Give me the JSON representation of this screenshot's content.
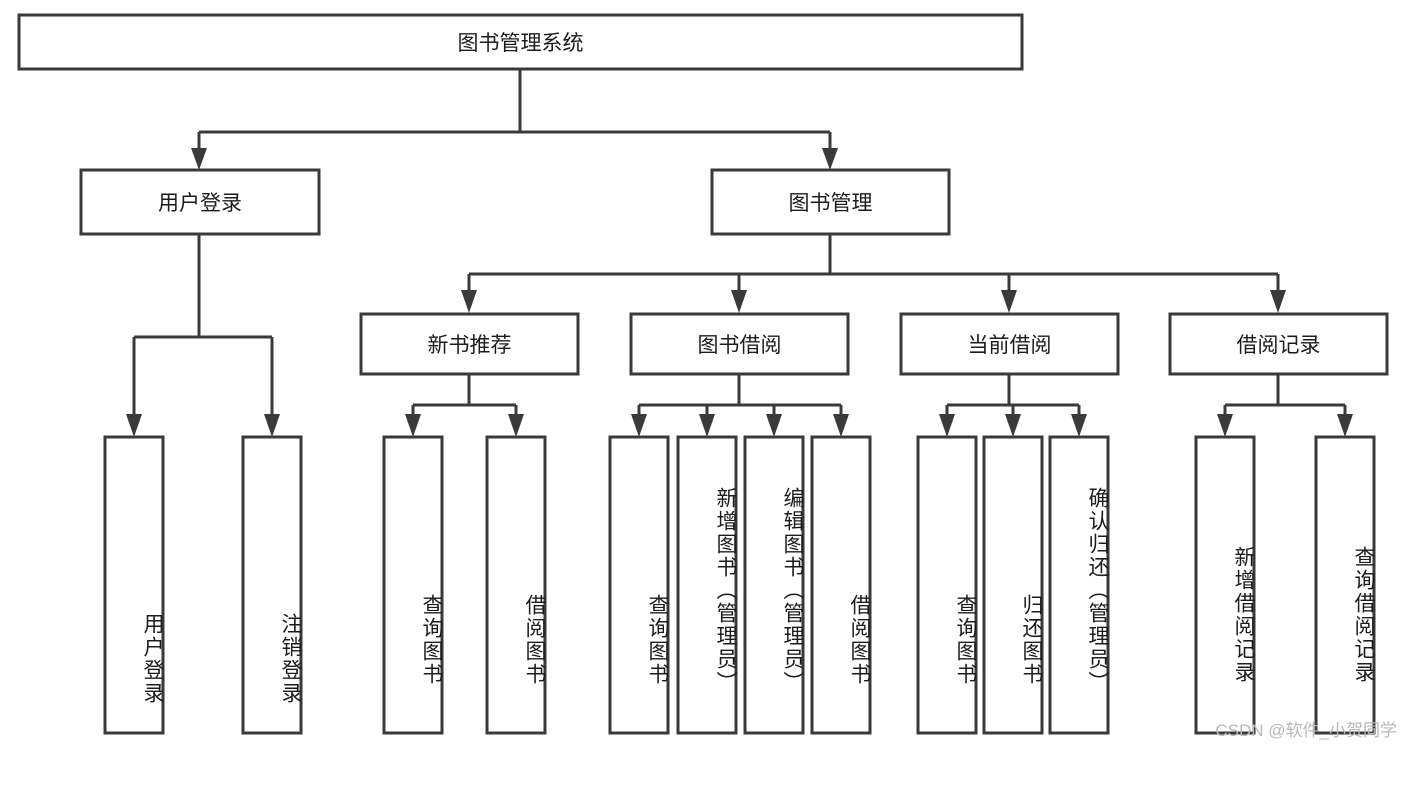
{
  "diagram": {
    "title": "图书管理系统",
    "type": "tree-hierarchy-chart",
    "orientation": "top-down",
    "watermark": "CSDN @软件_小贺同学",
    "colors": {
      "stroke": "#3a3a3a",
      "box_fill": "#ffffff",
      "text": "#1c1c1c",
      "background": "#ffffff",
      "watermark": "#b8b8b8"
    },
    "root": {
      "label": "图书管理系统"
    },
    "level2": [
      {
        "label": "用户登录"
      },
      {
        "label": "图书管理"
      }
    ],
    "level3": [
      {
        "label": "新书推荐"
      },
      {
        "label": "图书借阅"
      },
      {
        "label": "当前借阅"
      },
      {
        "label": "借阅记录"
      }
    ],
    "leaves": {
      "user_login": [
        {
          "label": "用户登录"
        },
        {
          "label": "注销登录"
        }
      ],
      "new_book_recommend": [
        {
          "label": "查询图书"
        },
        {
          "label": "借阅图书"
        }
      ],
      "book_borrow": [
        {
          "label": "查询图书"
        },
        {
          "label": "新增图书（管理员）"
        },
        {
          "label": "编辑图书（管理员）"
        },
        {
          "label": "借阅图书"
        }
      ],
      "current_borrow": [
        {
          "label": "查询图书"
        },
        {
          "label": "归还图书"
        },
        {
          "label": "确认归还（管理员）"
        }
      ],
      "borrow_record": [
        {
          "label": "新增借阅记录"
        },
        {
          "label": "查询借阅记录"
        }
      ]
    }
  }
}
